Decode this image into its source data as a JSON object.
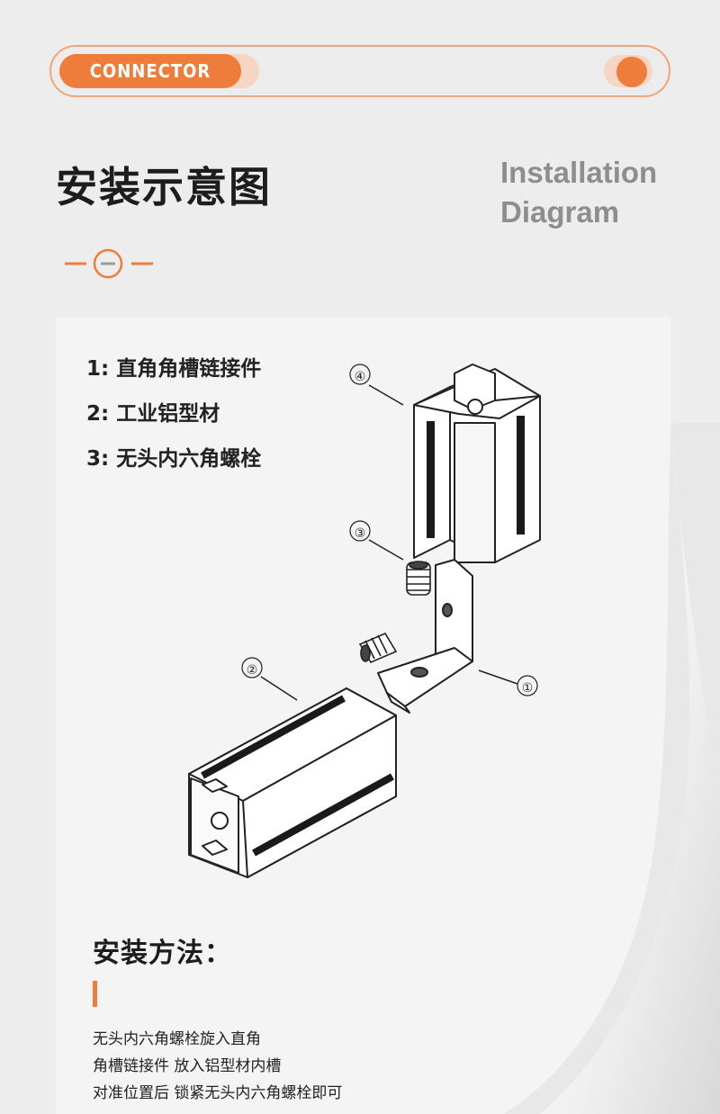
{
  "header": {
    "badge_label": "CONNECTOR"
  },
  "title": {
    "cn": "安装示意图",
    "en_line1": "Installation",
    "en_line2": "Diagram"
  },
  "legend": [
    "1: 直角角槽链接件",
    "2: 工业铝型材",
    "3: 无头内六角螺栓"
  ],
  "callouts": [
    "④",
    "③",
    "②",
    "①"
  ],
  "method": {
    "title": "安装方法：",
    "lines": [
      "无头内六角螺栓旋入直角",
      "角槽链接件 放入铝型材内槽",
      "对准位置后 锁紧无头内六角螺栓即可"
    ]
  },
  "colors": {
    "accent": "#ee7d3c",
    "accent_light": "#f6d6c2",
    "background": "#ededed",
    "card": "#f4f4f4"
  }
}
